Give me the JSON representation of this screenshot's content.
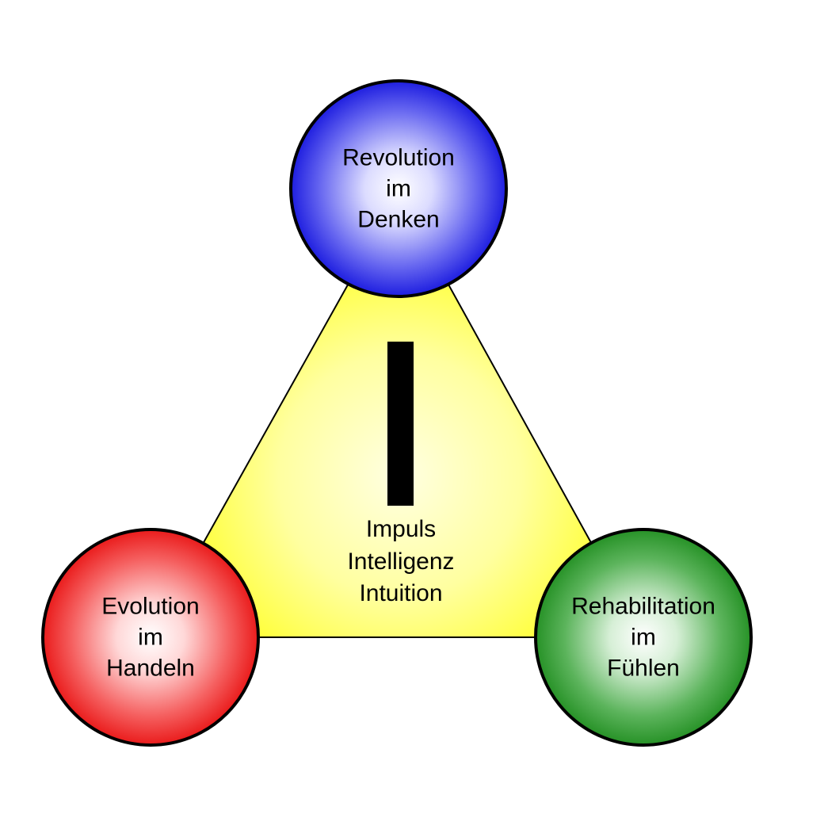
{
  "background_color": "#ffffff",
  "triangle": {
    "fill": "#ffff00",
    "center_fill": "#ffffcc",
    "stroke": "#000000"
  },
  "nodes": {
    "top": {
      "label": "Revolution\nim\nDenken",
      "fill": "#1212dd",
      "highlight": "#ffffff",
      "stroke": "#000000"
    },
    "left": {
      "label": "Evolution\nim\nHandeln",
      "fill": "#e81010",
      "highlight": "#ffffff",
      "stroke": "#000000"
    },
    "right": {
      "label": "Rehabilitation\nim\nFühlen",
      "fill": "#1e8c1e",
      "highlight": "#ffffff",
      "stroke": "#000000"
    }
  },
  "center": {
    "label": "Impuls\nIntelligenz\nIntuition",
    "bar_color": "#000000"
  }
}
